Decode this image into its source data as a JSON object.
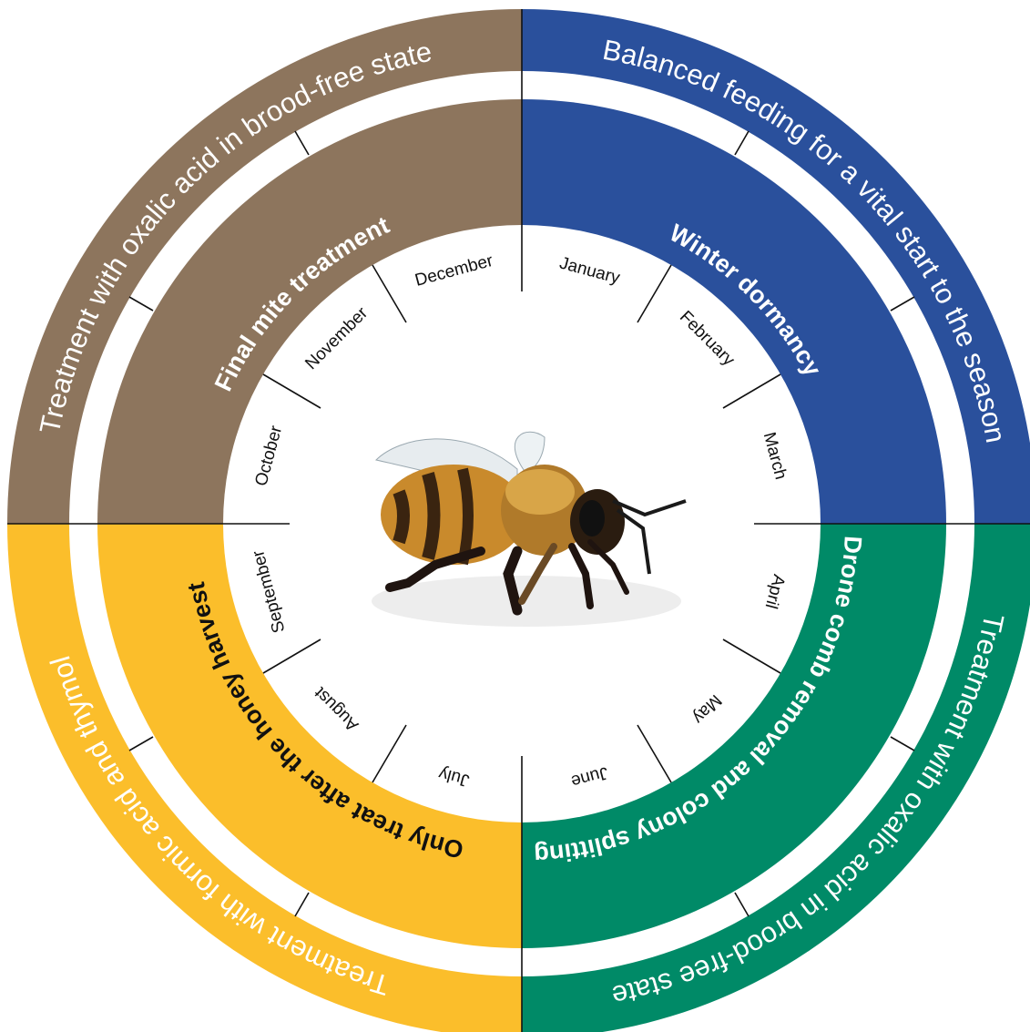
{
  "colors": {
    "winter_quadrant": "#2a509c",
    "spring_quadrant": "#008a67",
    "summer_quadrant": "#fbbe2b",
    "autumn_quadrant": "#8d755d",
    "divider": "#111111",
    "inner_disc": "#ffffff"
  },
  "outer_ring": {
    "top_left": "Treatment with oxalic acid in brood-free state",
    "top_right": "Balanced feeding for a vital start to the season",
    "bottom_right": "Treatment with oxalic acid in brood-free state",
    "bottom_left": "Treatment with formic acid and thymol"
  },
  "middle_ring": {
    "top_left": "Final mite treatment",
    "top_right": "Winter dormancy",
    "bottom_right": "Drone comb removal and colony splitting",
    "bottom_left": "Only treat after the honey harvest"
  },
  "months": [
    "January",
    "February",
    "March",
    "April",
    "May",
    "June",
    "July",
    "August",
    "September",
    "October",
    "November",
    "December"
  ],
  "center_image": "honeybee-photo"
}
